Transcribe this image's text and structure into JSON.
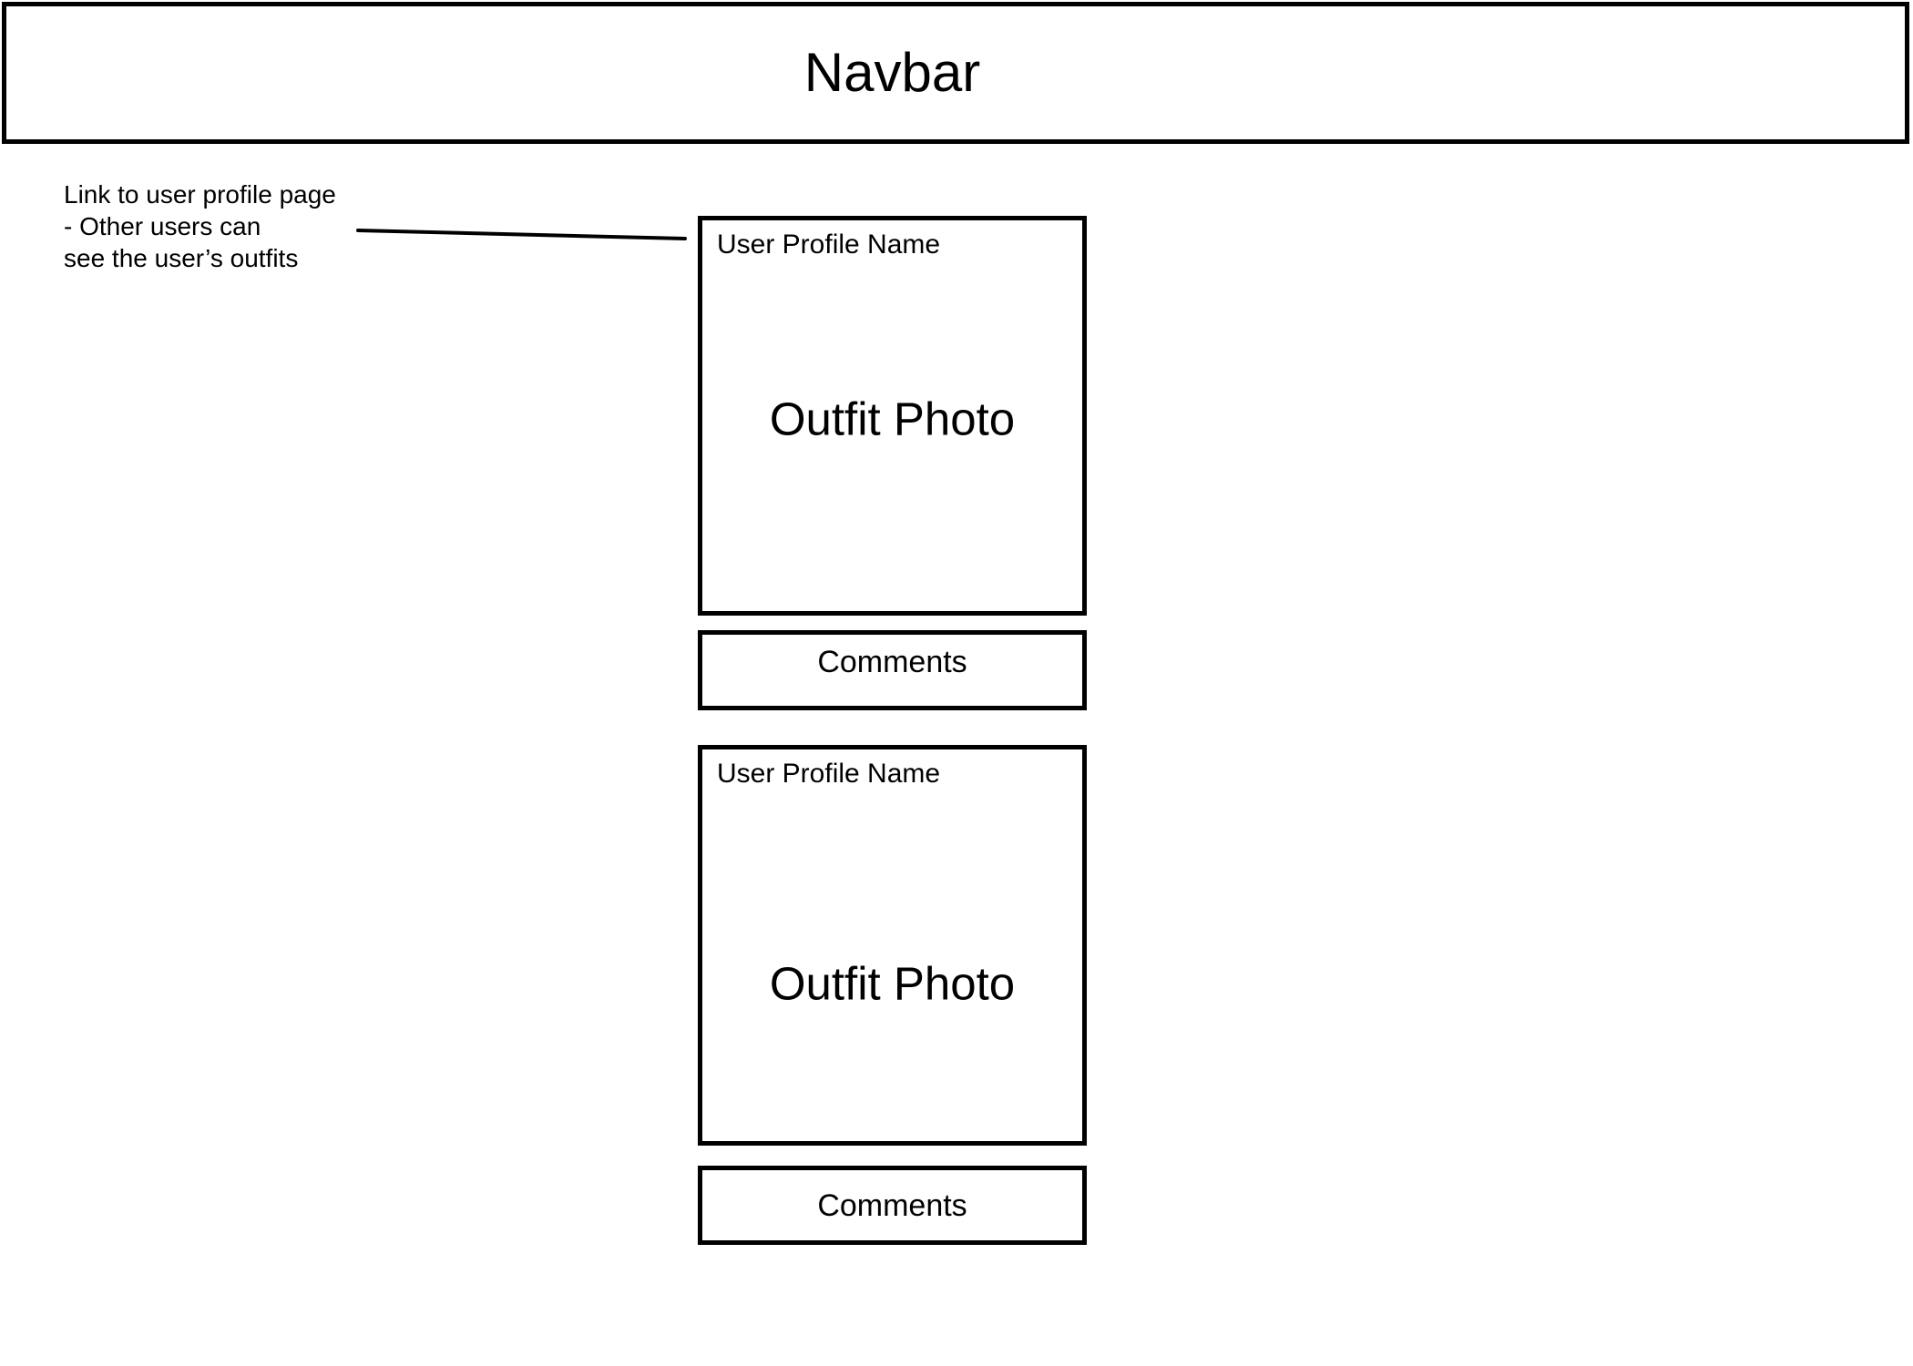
{
  "colors": {
    "ink": "#000000",
    "background": "#ffffff"
  },
  "navbar": {
    "label": "Navbar"
  },
  "annotation": {
    "lines": [
      "Link to user profile page",
      "- Other users can",
      "see the user’s outfits"
    ]
  },
  "feed": {
    "posts": [
      {
        "profile_name": "User Profile Name",
        "photo_placeholder": "Outfit Photo",
        "comments_label": "Comments"
      },
      {
        "profile_name": "User Profile Name",
        "photo_placeholder": "Outfit Photo",
        "comments_label": "Comments"
      }
    ]
  }
}
